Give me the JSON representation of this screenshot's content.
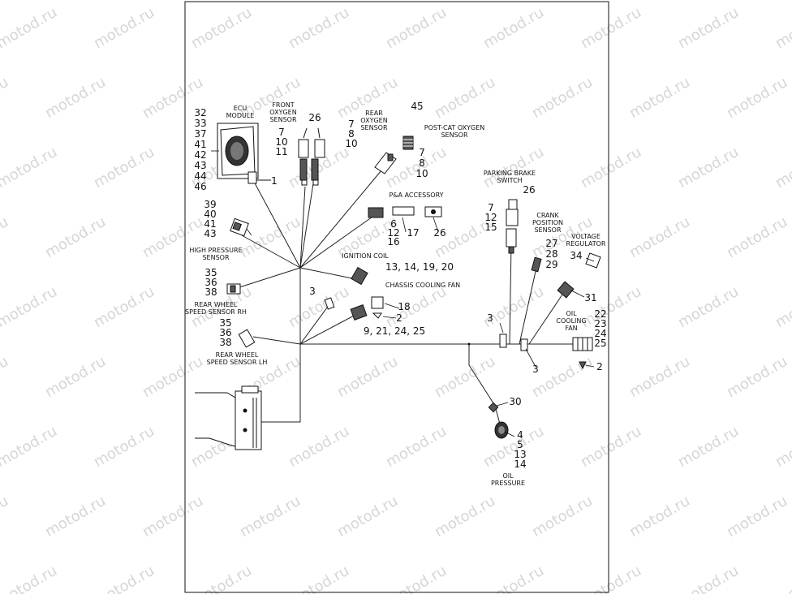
{
  "watermark": "motod.ru",
  "labels": {
    "ecu": [
      "ECU",
      "MODULE"
    ],
    "front_o2": [
      "FRONT",
      "OXYGEN",
      "SENSOR"
    ],
    "rear_o2": [
      "REAR",
      "OXYGEN",
      "SENSOR"
    ],
    "post_cat": [
      "POST-CAT OXYGEN",
      "SENSOR"
    ],
    "pa": [
      "P&A ACCESSORY"
    ],
    "high_pressure": [
      "HIGH PRESSURE",
      "SENSOR"
    ],
    "ign_coil": [
      "IGNITION COIL"
    ],
    "chassis_fan": [
      "CHASSIS COOLING FAN"
    ],
    "rear_rh": [
      "REAR WHEEL",
      "SPEED SENSOR RH"
    ],
    "rear_lh": [
      "REAR WHEEL",
      "SPEED SENSOR LH"
    ],
    "parking": [
      "PARKING BRAKE",
      "SWITCH"
    ],
    "crank": [
      "CRANK",
      "POSITION",
      "SENSOR"
    ],
    "voltage": [
      "VOLTAGE",
      "REGULATOR"
    ],
    "oil_fan": [
      "OIL",
      "COOLING",
      "FAN"
    ],
    "oil_pressure": [
      "OIL",
      "PRESSURE"
    ]
  },
  "callouts": {
    "ecu_list": [
      "32",
      "33",
      "37",
      "41",
      "42",
      "43",
      "44",
      "46"
    ],
    "ecu_conn": "1",
    "fo2_26": "26",
    "fo2_left": [
      "7",
      "10",
      "11"
    ],
    "fo2_right": [
      "7",
      "8",
      "10"
    ],
    "post_cat": "45",
    "ro2": [
      "7",
      "8",
      "10"
    ],
    "hp_list": [
      "39",
      "40",
      "41",
      "43"
    ],
    "pa_left": [
      "6",
      "12",
      "16"
    ],
    "pa_17": "17",
    "pa_26": "26",
    "ign": "13, 14, 19, 20",
    "c3a": "3",
    "fan_18": "18",
    "fan_2": "2",
    "fan_list": "9, 21, 24, 25",
    "rh": [
      "35",
      "36",
      "38"
    ],
    "lh": [
      "35",
      "36",
      "38"
    ],
    "park_26": "26",
    "park": [
      "7",
      "12",
      "15"
    ],
    "crank": [
      "27",
      "28",
      "29"
    ],
    "vr_34": "34",
    "c31": "31",
    "c3b": "3",
    "c3c": "3",
    "oil_fan": [
      "22",
      "23",
      "24",
      "25"
    ],
    "c2b": "2",
    "c30": "30",
    "oilp": [
      "4",
      "5",
      "13",
      "14"
    ]
  }
}
